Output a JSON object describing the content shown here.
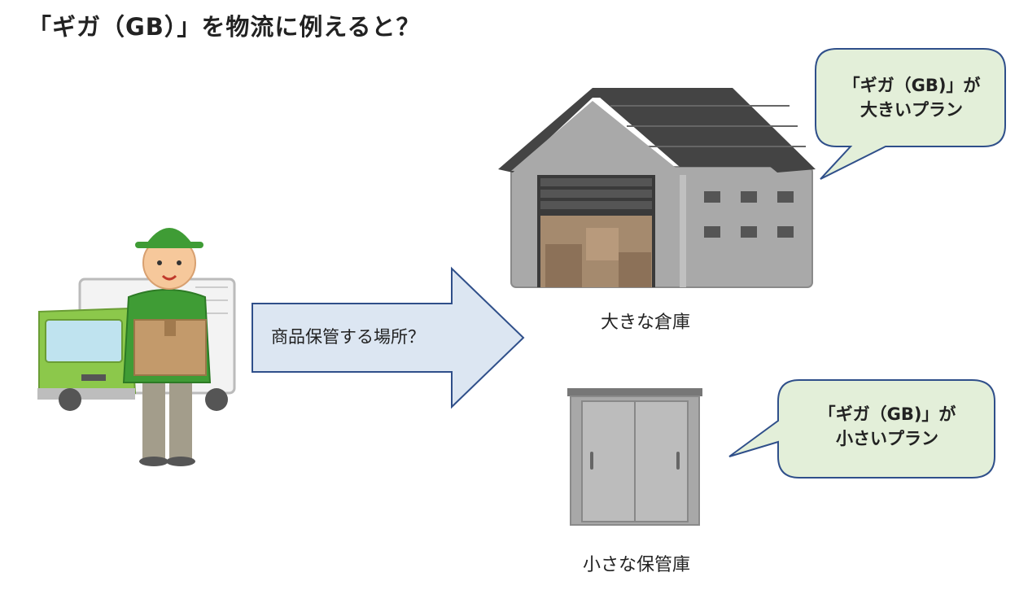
{
  "title": "「ギガ（GB）」を物流に例えると？",
  "arrow": {
    "label": "商品保管する場所？"
  },
  "large": {
    "caption": "大きな倉庫",
    "bubble_line1": "「ギガ（GB)」が",
    "bubble_line2": "大きいプラン"
  },
  "small": {
    "caption": "小さな保管庫",
    "bubble_line1": "「ギガ（GB)」が",
    "bubble_line2": "小さいプラン"
  },
  "colors": {
    "arrow_fill": "#dce6f2",
    "arrow_stroke": "#2f4f8a",
    "bubble_fill": "#e3efd9",
    "bubble_stroke": "#2f4f8a",
    "uniform_green": "#3f9c35",
    "truck_green": "#8cc84b",
    "warehouse_wall": "#a9a9a9",
    "warehouse_roof": "#444444"
  }
}
